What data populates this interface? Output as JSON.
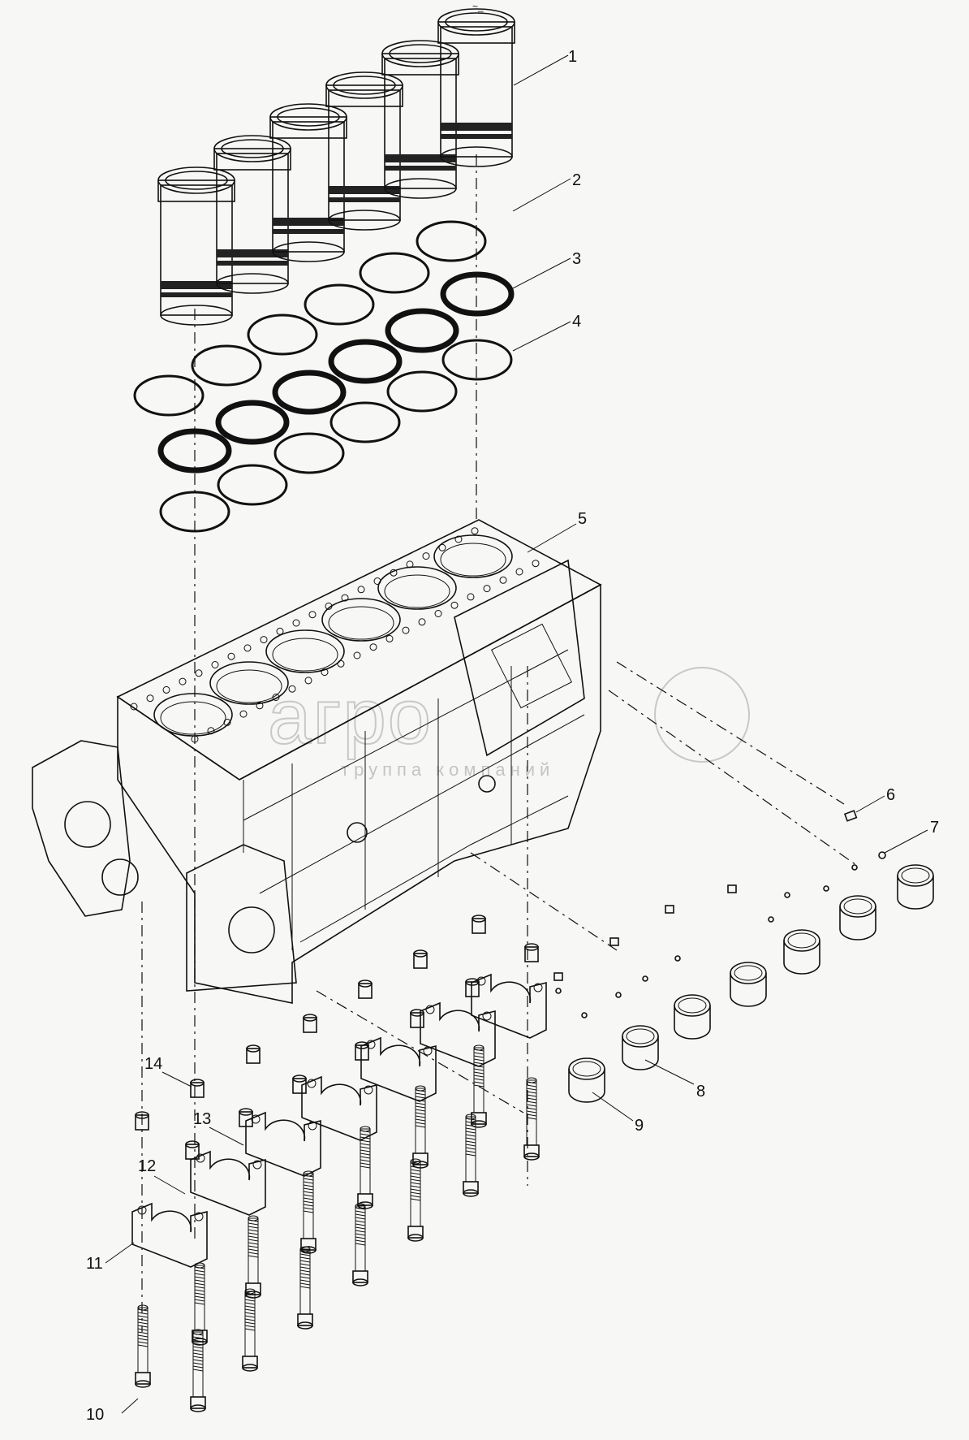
{
  "diagram": {
    "top_mark": "~_",
    "watermark": {
      "brand": "агро",
      "tagline": "труппа компаний"
    },
    "callouts": [
      "1",
      "2",
      "3",
      "4",
      "5",
      "6",
      "7",
      "8",
      "9",
      "10",
      "11",
      "12",
      "13",
      "14"
    ]
  }
}
